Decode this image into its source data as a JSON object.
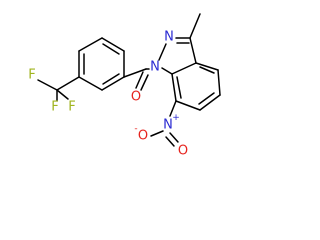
{
  "molecule": {
    "atoms": {
      "F1": "F",
      "F2": "F",
      "F3": "F",
      "C_cf3": "C",
      "O_carbonyl": "O",
      "N1": "N",
      "N2": "N",
      "N_nitro": "N",
      "nitro_charge": "+",
      "O_nitro_a": "O",
      "O_nitro_b": "O",
      "O_nitro_charge": "-"
    },
    "colors": {
      "bond": "#000000",
      "carbon": "#000000",
      "fluorine": "#a0b41e",
      "oxygen": "#e6231e",
      "nitrogen": "#2a2ad2"
    }
  }
}
